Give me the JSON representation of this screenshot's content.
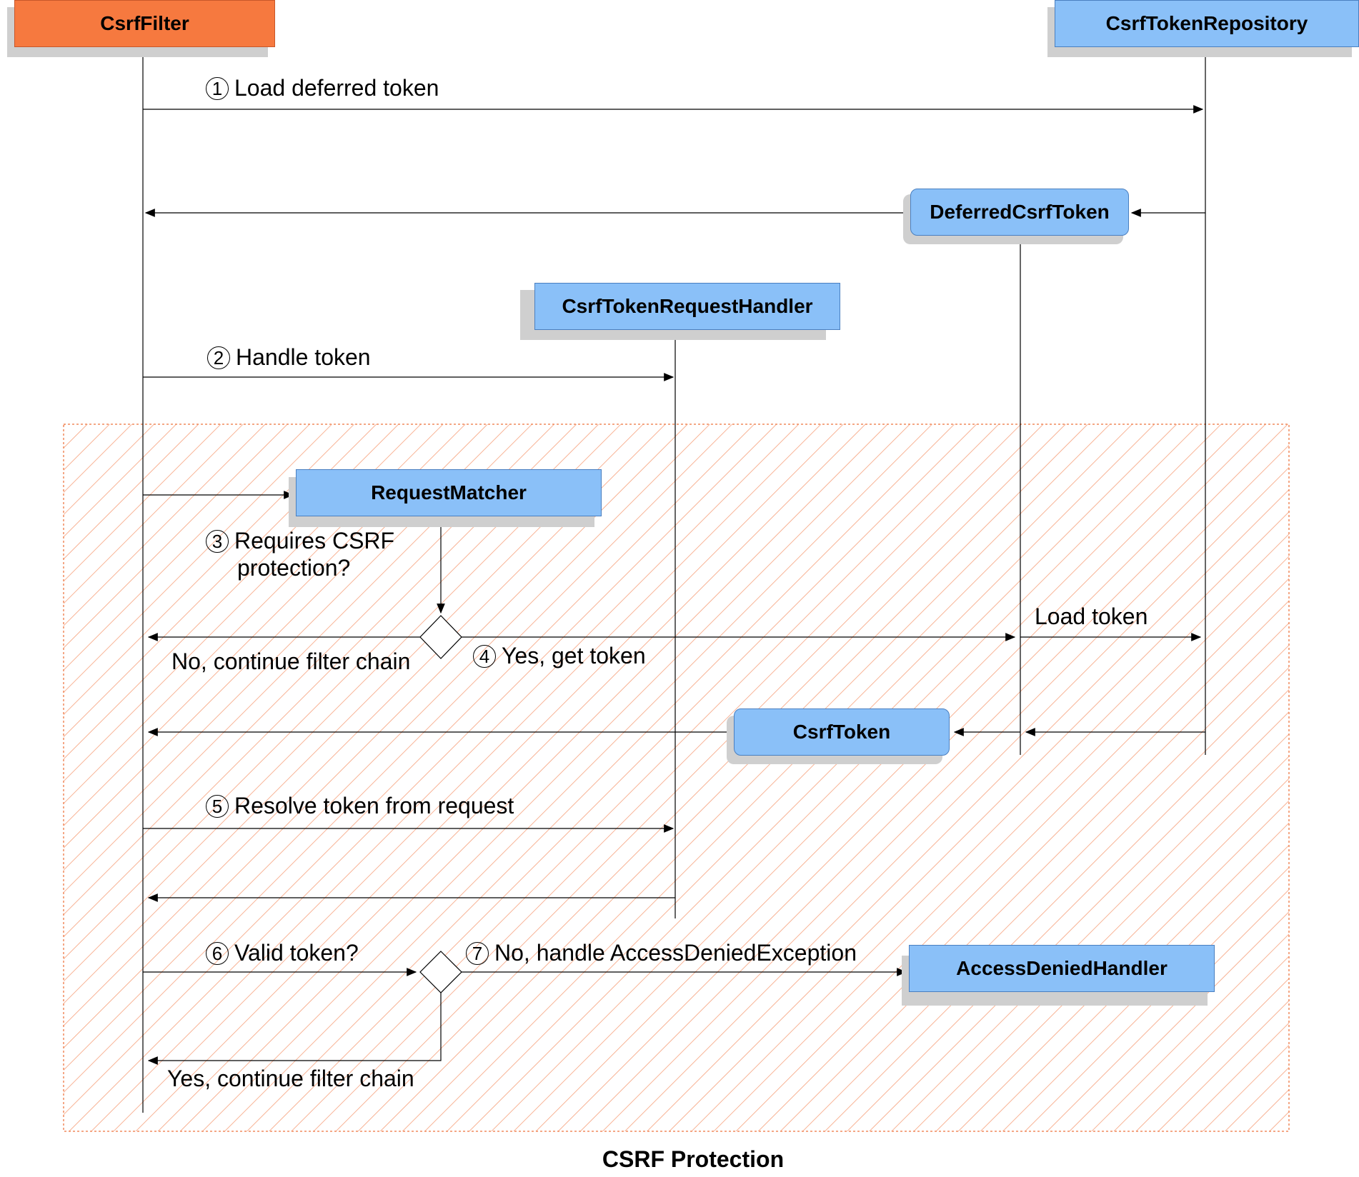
{
  "participants": {
    "csrf_filter": "CsrfFilter",
    "csrf_token_repository": "CsrfTokenRepository",
    "deferred_csrf_token": "DeferredCsrfToken",
    "csrf_token_request_handler": "CsrfTokenRequestHandler",
    "request_matcher": "RequestMatcher",
    "csrf_token": "CsrfToken",
    "access_denied_handler": "AccessDeniedHandler"
  },
  "steps": [
    {
      "number": "1",
      "label": "Load deferred token"
    },
    {
      "number": "2",
      "label": "Handle token"
    },
    {
      "number": "3",
      "label": "Requires CSRF",
      "label_line2": "protection?"
    },
    {
      "number": "4",
      "label": "Yes, get token"
    },
    {
      "number": "5",
      "label": "Resolve token from request"
    },
    {
      "number": "6",
      "label": "Valid token?"
    },
    {
      "number": "7",
      "label": "No, handle AccessDeniedException"
    }
  ],
  "branch_labels": {
    "no_continue": "No, continue filter chain",
    "load_token": "Load token",
    "yes_continue": "Yes, continue filter chain"
  },
  "caption": "CSRF Protection",
  "colors": {
    "orange_box": "#f6793f",
    "blue_box": "#8ac0f8",
    "hatch": "#f6a07a"
  }
}
